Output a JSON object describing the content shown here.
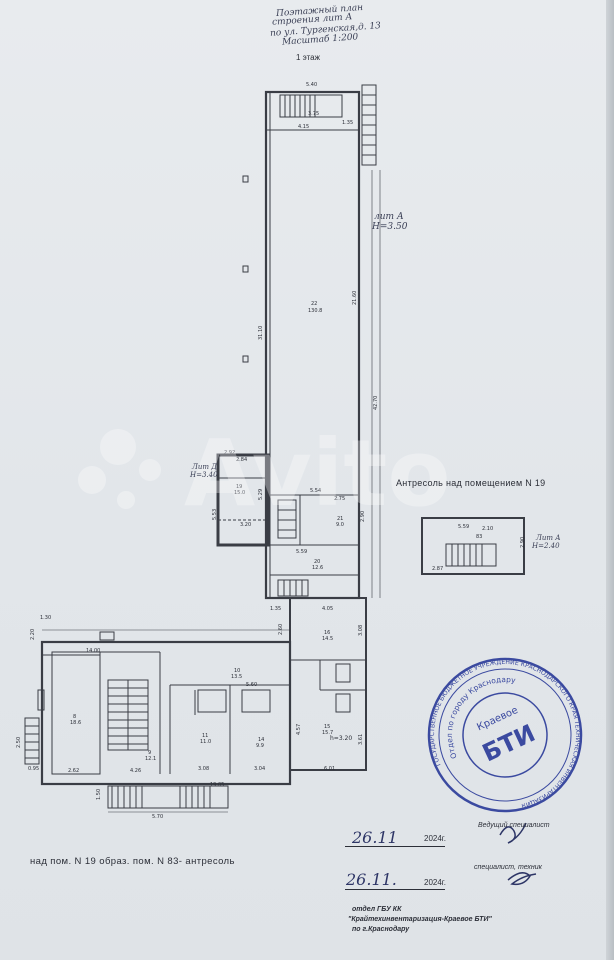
{
  "title_block": {
    "line1": "Поэтажный план",
    "line2": "строения лит А",
    "line3": "по ул. Тургенская,д. 13",
    "line4": "Масштаб 1:200",
    "floor": "1 этаж"
  },
  "lit_a": {
    "name": "лит А",
    "height": "Н=3.50"
  },
  "lit_d": {
    "name": "Лит Д",
    "height": "Н=3.40"
  },
  "mezzanine": {
    "title": "Антресоль над помещением N 19",
    "lit": "Лит А",
    "height": "Н=2.40",
    "dims": [
      "5.59",
      "2.90",
      "2.87",
      "2.10"
    ],
    "room": "83"
  },
  "dimensions": {
    "top": "5.40",
    "stair_a": "3.75",
    "stair_b": "4.15",
    "stair_c": "1.35",
    "right_long": "21.60",
    "right_total": "42.70",
    "left_long": "31.10",
    "mid_a": "5.54",
    "mid_b": "2.75",
    "mid_c": "5.59",
    "mid_d": "2.90",
    "d_width": "2.84",
    "d_left": "2.92",
    "d_height": "5.29",
    "d_side": "5.53",
    "d_inner": "3.20",
    "lower_a": "4.05",
    "lower_b": "3.08",
    "lower_c": "2.60",
    "lower_d": "1.35",
    "wing_top": "14.00",
    "wing_left": "2.20",
    "wing_corner": "1.30",
    "wing_a": "5.60",
    "wing_b": "4.57",
    "wing_c": "3.61",
    "wing_d": "6.01",
    "wing_e": "3.08",
    "wing_f": "3.04",
    "wing_g": "4.26",
    "wing_h": "2.62",
    "wing_i": "2.50",
    "wing_j": "0.95",
    "bottom_a": "5.70",
    "bottom_b": "1.50",
    "bottom_c": "19.05"
  },
  "rooms": [
    {
      "no": "22",
      "area": "130.8"
    },
    {
      "no": "19",
      "area": "15.0"
    },
    {
      "no": "21",
      "area": "9.0"
    },
    {
      "no": "20",
      "area": "12.6"
    },
    {
      "no": "16",
      "area": "14.5"
    },
    {
      "no": "15",
      "area": "15.7"
    },
    {
      "no": "14",
      "area": "9.9"
    },
    {
      "no": "11",
      "area": "11.0"
    },
    {
      "no": "9",
      "area": "12.1"
    },
    {
      "no": "8",
      "area": "18.6"
    },
    {
      "no": "10",
      "area": "13.5"
    }
  ],
  "room_height": "h=3.20",
  "note": "над пом. N 19   образ. пом. N 83- антресоль",
  "signatures": {
    "date1": "26.11",
    "year1": "2024г.",
    "role1": "Ведущий специалист",
    "date2": "26.11.",
    "year2": "2024г.",
    "role2": "специалист, техник"
  },
  "org": {
    "line1": "отдел ГБУ КК",
    "line2": "\"Крайтехинвентаризация-Краевое БТИ\"",
    "line3": "по г.Краснодару"
  },
  "stamp": {
    "center_top": "Краевое",
    "center_big": "БТИ",
    "ring": "ГОСУДАРСТВЕННОЕ БЮДЖЕТНОЕ УЧРЕЖДЕНИЕ КРАСНОДАРСКОГО КРАЯ ТЕХНИЧЕСКАЯ ИНВЕНТАРИЗАЦИЯ",
    "inner": "Отдел по городу Краснодару"
  },
  "watermark": "Avito",
  "colors": {
    "ink": "#2c2f38",
    "pen": "#3a3f55",
    "stamp": "#3b4aa0"
  }
}
